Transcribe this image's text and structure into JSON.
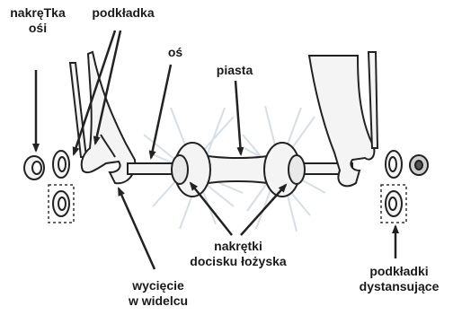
{
  "labels": {
    "nakretka_osi_line1": "nakręTka",
    "nakretka_osi_line2": "ośi",
    "podkladka": "podkładka",
    "os": "oś",
    "piasta": "piasta",
    "nakretki_line1": "nakrętki",
    "nakretki_line2": "docisku łożyska",
    "wyciecie_line1": "wycięcie",
    "wyciecie_line2": "w widelcu",
    "podkladki_line1": "podkładki",
    "podkladki_line2": "dystansujące"
  },
  "colors": {
    "line": "#222222",
    "part_fill": "#f4f4f4",
    "spoke_halo": "#d6dee6",
    "text": "#1a1a1a"
  }
}
